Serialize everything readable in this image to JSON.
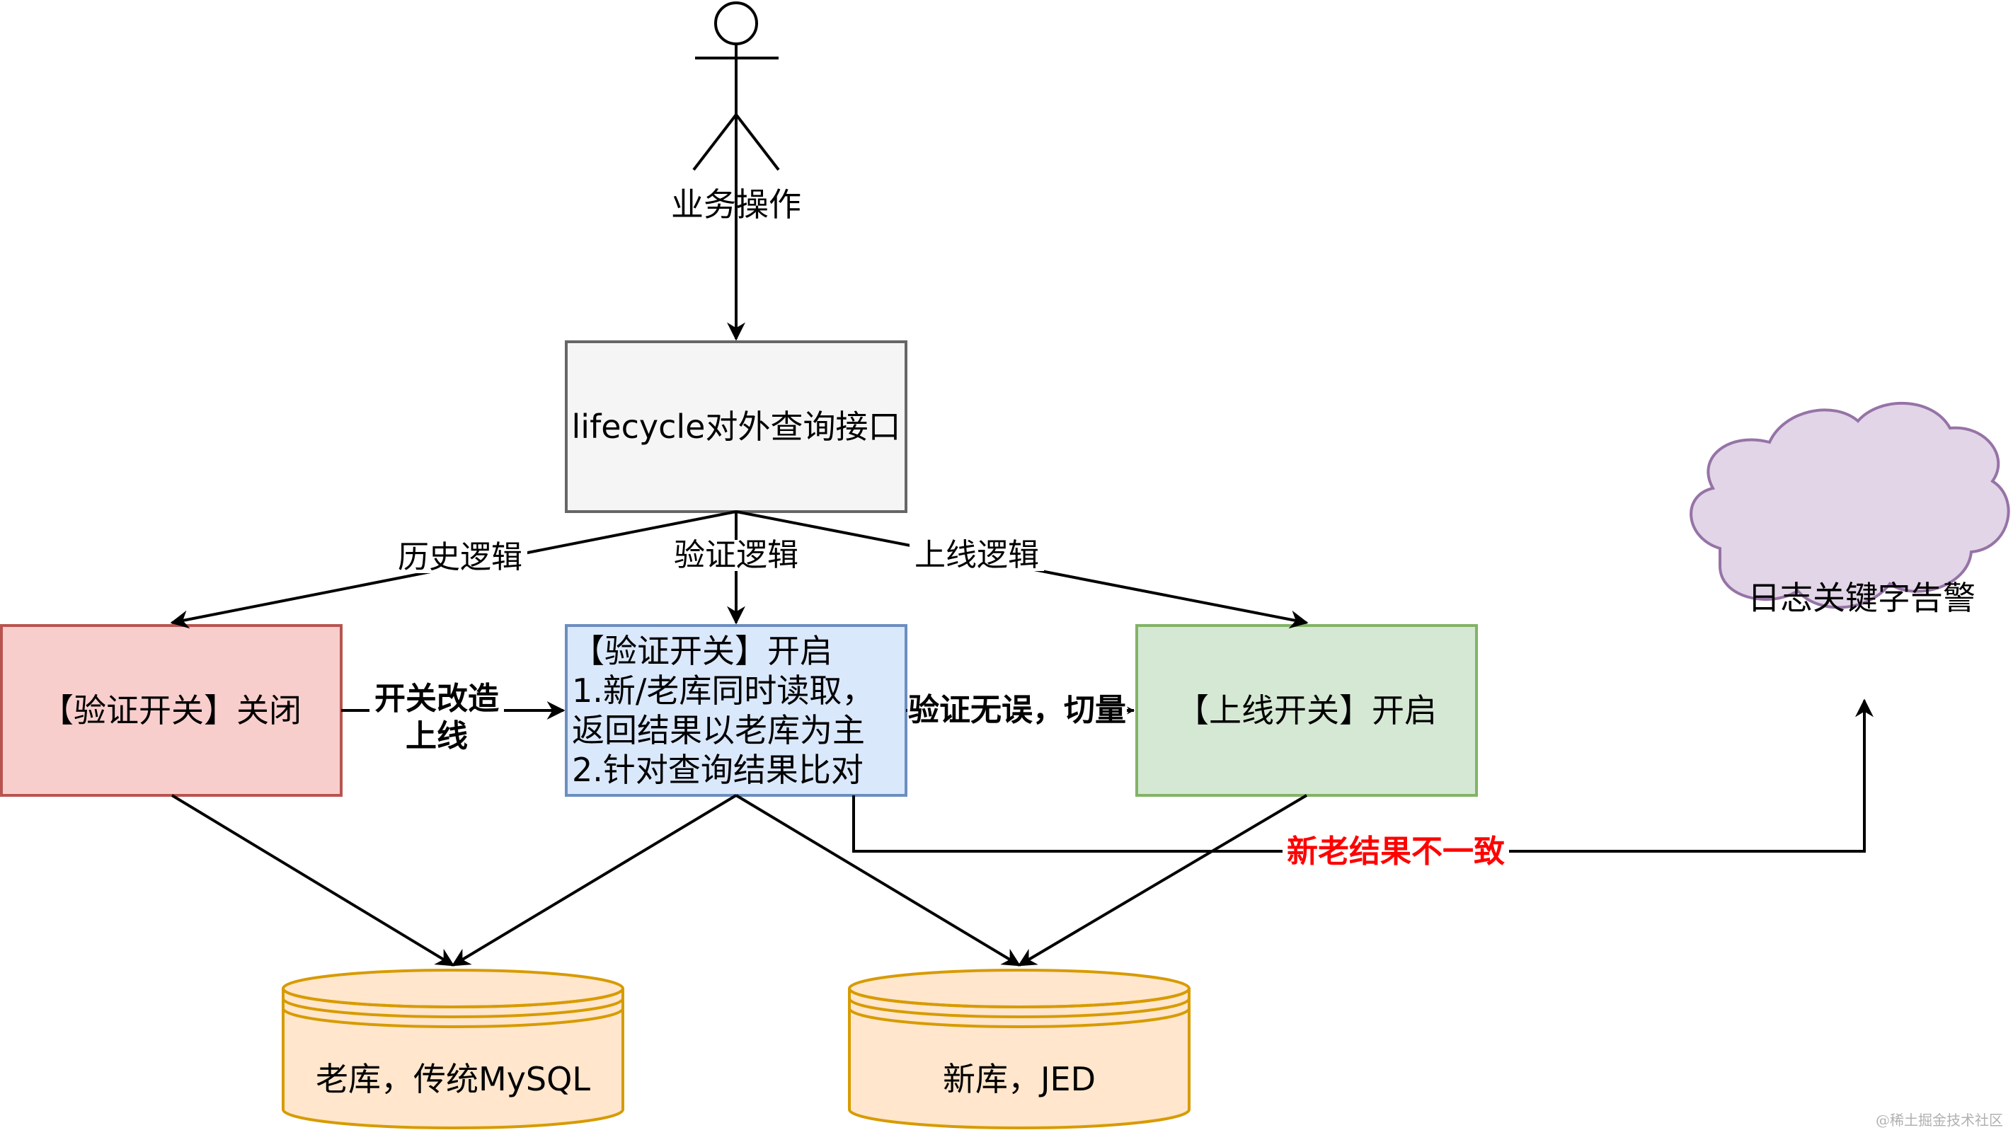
{
  "diagram": {
    "actor": {
      "label": "业务操作"
    },
    "nodes": {
      "query_interface": {
        "label": "lifecycle对外查询接口",
        "fill": "#f5f5f5",
        "stroke": "#666666"
      },
      "verify_off": {
        "label": "【验证开关】关闭",
        "fill": "#f8cecc",
        "stroke": "#b85450"
      },
      "verify_on": {
        "lines": [
          "【验证开关】开启",
          "1.新/老库同时读取，",
          "返回结果以老库为主",
          "2.针对查询结果比对"
        ],
        "fill": "#dae8fc",
        "stroke": "#6c8ebf"
      },
      "online_on": {
        "label": "【上线开关】开启",
        "fill": "#d5e8d4",
        "stroke": "#82b366"
      },
      "log_alert": {
        "label": "日志关键字告警",
        "fill": "#e1d5e7",
        "stroke": "#9673a6"
      },
      "old_db": {
        "label": "老库，传统MySQL",
        "fill": "#ffe6cc",
        "stroke": "#d79b00"
      },
      "new_db": {
        "label": "新库，JED",
        "fill": "#ffe6cc",
        "stroke": "#d79b00"
      }
    },
    "edges": {
      "history": {
        "label": "历史逻辑"
      },
      "verify": {
        "label": "验证逻辑"
      },
      "online": {
        "label": "上线逻辑"
      },
      "switch_upgrade": {
        "lines": [
          "开关改造",
          "上线"
        ]
      },
      "verified_cutover": {
        "label": "验证无误，切量"
      },
      "mismatch": {
        "label": "新老结果不一致",
        "color": "#ff0000"
      }
    }
  },
  "watermark": "@稀土掘金技术社区"
}
